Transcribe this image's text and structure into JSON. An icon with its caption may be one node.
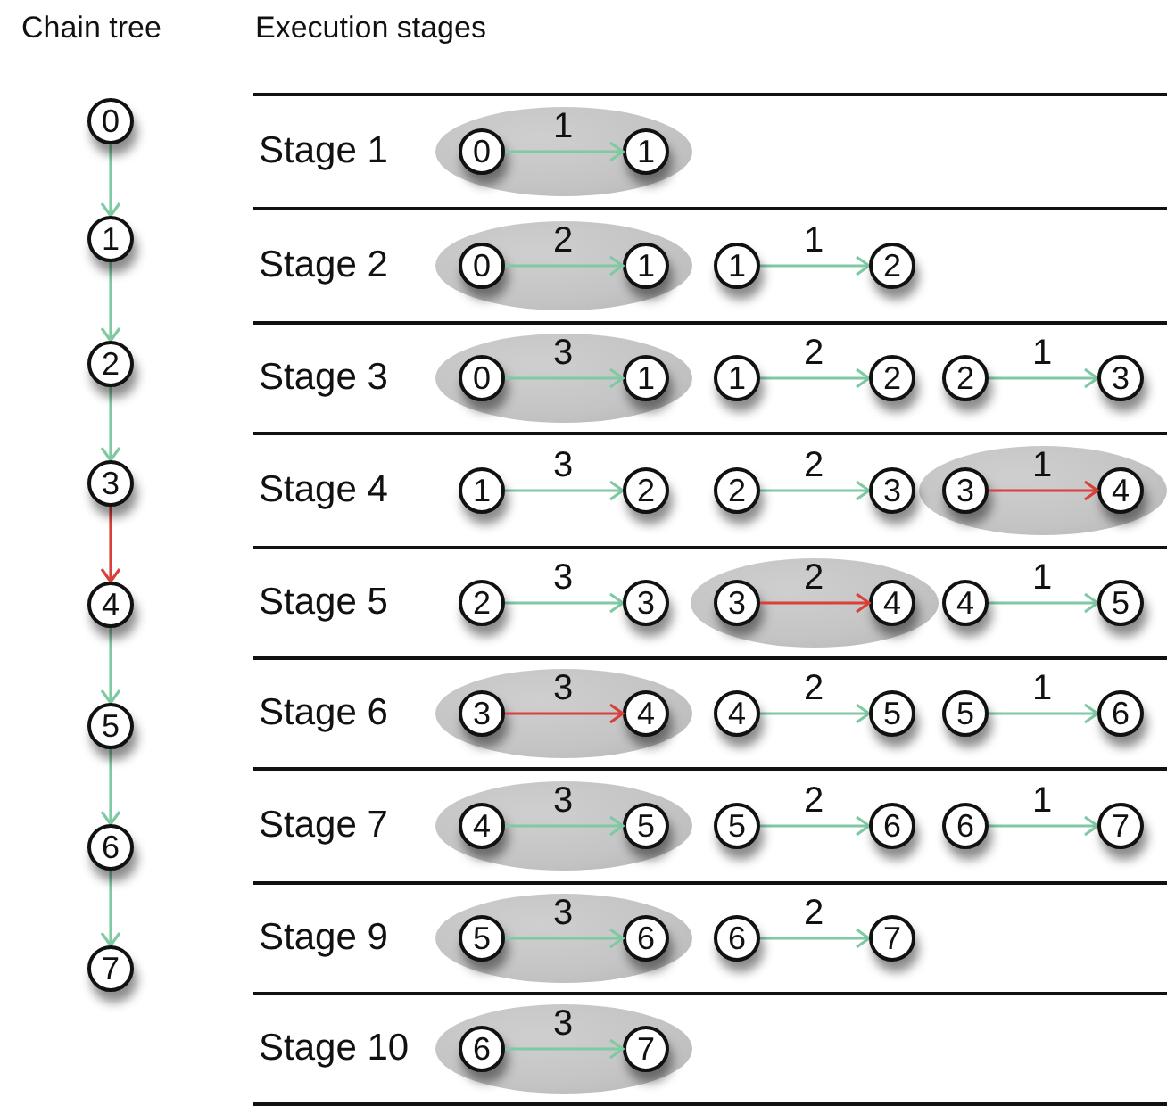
{
  "diagram": {
    "nodes": [
      {
        "text": [
          "0"
        ]
      },
      {
        "text": [
          "1"
        ]
      },
      {
        "text": [
          "2"
        ]
      },
      {
        "text": [
          "3"
        ]
      },
      {
        "text": [
          "4"
        ]
      },
      {
        "text": [
          "5"
        ]
      },
      {
        "text": [
          "6"
        ]
      },
      {
        "text": [
          "7"
        ]
      },
      {
        "text": [
          "Stage 1"
        ]
      },
      {
        "text": [],
        "shape": "ellipse",
        "in": 8
      },
      {
        "text": [
          "0"
        ],
        "in": 9
      },
      {
        "text": [
          "1"
        ],
        "in": 9
      },
      {
        "text": [
          "Stage 2"
        ]
      },
      {
        "text": [],
        "shape": "ellipse",
        "in": 12
      },
      {
        "text": [
          "0"
        ],
        "in": 13
      },
      {
        "text": [
          "1"
        ],
        "in": 13
      },
      {
        "text": [
          "1"
        ],
        "in": 12
      },
      {
        "text": [
          "2"
        ],
        "in": 12
      },
      {
        "text": [
          "Stage 3"
        ]
      },
      {
        "text": [],
        "shape": "ellipse",
        "in": 18
      },
      {
        "text": [
          "0"
        ],
        "in": 19
      },
      {
        "text": [
          "1"
        ],
        "in": 19
      },
      {
        "text": [
          "1"
        ],
        "in": 18
      },
      {
        "text": [
          "2"
        ],
        "in": 18
      },
      {
        "text": [
          "2"
        ],
        "in": 18
      },
      {
        "text": [
          "3"
        ],
        "in": 18
      },
      {
        "text": [
          "Stage 4"
        ]
      },
      {
        "text": [
          "1"
        ],
        "in": 26
      },
      {
        "text": [
          "2"
        ],
        "in": 26
      },
      {
        "text": [
          "2"
        ],
        "in": 26
      },
      {
        "text": [
          "3"
        ],
        "in": 26
      },
      {
        "text": [],
        "shape": "ellipse",
        "in": 26
      },
      {
        "text": [
          "3"
        ],
        "in": 31
      },
      {
        "text": [
          "4"
        ],
        "in": 31
      },
      {
        "text": [
          "Stage 5"
        ]
      },
      {
        "text": [
          "2"
        ],
        "in": 34
      },
      {
        "text": [
          "3"
        ],
        "in": 34
      },
      {
        "text": [],
        "shape": "ellipse",
        "in": 34
      },
      {
        "text": [
          "3"
        ],
        "in": 37
      },
      {
        "text": [
          "4"
        ],
        "in": 37
      },
      {
        "text": [
          "4"
        ],
        "in": 34
      },
      {
        "text": [
          "5"
        ],
        "in": 34
      },
      {
        "text": [
          "Stage 6"
        ]
      },
      {
        "text": [],
        "shape": "ellipse",
        "in": 42
      },
      {
        "text": [
          "3"
        ],
        "in": 43
      },
      {
        "text": [
          "4"
        ],
        "in": 43
      },
      {
        "text": [
          "4"
        ],
        "in": 42
      },
      {
        "text": [
          "5"
        ],
        "in": 42
      },
      {
        "text": [
          "5"
        ],
        "in": 42
      },
      {
        "text": [
          "6"
        ],
        "in": 42
      },
      {
        "text": [
          "Stage 7"
        ]
      },
      {
        "text": [],
        "shape": "ellipse",
        "in": 50
      },
      {
        "text": [
          "4"
        ],
        "in": 51
      },
      {
        "text": [
          "5"
        ],
        "in": 51
      },
      {
        "text": [
          "5"
        ],
        "in": 50
      },
      {
        "text": [
          "6"
        ],
        "in": 50
      },
      {
        "text": [
          "6"
        ],
        "in": 50
      },
      {
        "text": [
          "7"
        ],
        "in": 50
      },
      {
        "text": [
          "Stage 9"
        ]
      },
      {
        "text": [],
        "shape": "ellipse",
        "in": 58
      },
      {
        "text": [
          "5"
        ],
        "in": 59
      },
      {
        "text": [
          "6"
        ],
        "in": 59
      },
      {
        "text": [
          "6"
        ],
        "in": 58
      },
      {
        "text": [
          "7"
        ],
        "in": 58
      },
      {
        "text": [
          "Stage 10"
        ]
      },
      {
        "text": [],
        "shape": "ellipse",
        "in": 64
      },
      {
        "text": [
          "6"
        ],
        "in": 65
      },
      {
        "text": [
          "7"
        ],
        "in": 65
      }
    ],
    "edges": [
      {
        "from": 0,
        "to": 1,
        "arrow": "to"
      },
      {
        "from": 1,
        "to": 2,
        "arrow": "to"
      },
      {
        "from": 2,
        "to": 3,
        "arrow": "to"
      },
      {
        "from": 3,
        "to": 4,
        "arrow": "to",
        "color": "#d9403a"
      },
      {
        "from": 4,
        "to": 5,
        "arrow": "to"
      },
      {
        "from": 5,
        "to": 6,
        "arrow": "to"
      },
      {
        "from": 6,
        "to": 7,
        "arrow": "to"
      },
      {
        "from": 10,
        "to": 11,
        "arrow": "to",
        "label": "1"
      },
      {
        "from": 14,
        "to": 15,
        "arrow": "to",
        "label": "2"
      },
      {
        "from": 16,
        "to": 17,
        "arrow": "to",
        "label": "1"
      },
      {
        "from": 20,
        "to": 21,
        "arrow": "to",
        "label": "3"
      },
      {
        "from": 22,
        "to": 23,
        "arrow": "to",
        "label": "2"
      },
      {
        "from": 24,
        "to": 25,
        "arrow": "to",
        "label": "1"
      },
      {
        "from": 27,
        "to": 28,
        "arrow": "to",
        "label": "3"
      },
      {
        "from": 29,
        "to": 30,
        "arrow": "to",
        "label": "2"
      },
      {
        "from": 32,
        "to": 33,
        "arrow": "to",
        "label": "1",
        "color": "#d9403a"
      },
      {
        "from": 35,
        "to": 36,
        "arrow": "to",
        "label": "3"
      },
      {
        "from": 38,
        "to": 39,
        "arrow": "to",
        "label": "2",
        "color": "#d9403a"
      },
      {
        "from": 40,
        "to": 41,
        "arrow": "to",
        "label": "1"
      },
      {
        "from": 44,
        "to": 45,
        "arrow": "to",
        "label": "3",
        "color": "#d9403a"
      },
      {
        "from": 46,
        "to": 47,
        "arrow": "to",
        "label": "2"
      },
      {
        "from": 48,
        "to": 49,
        "arrow": "to",
        "label": "1"
      },
      {
        "from": 52,
        "to": 53,
        "arrow": "to",
        "label": "3"
      },
      {
        "from": 54,
        "to": 55,
        "arrow": "to",
        "label": "2"
      },
      {
        "from": 56,
        "to": 57,
        "arrow": "to",
        "label": "1"
      },
      {
        "from": 60,
        "to": 61,
        "arrow": "to",
        "label": "3"
      },
      {
        "from": 62,
        "to": 63,
        "arrow": "to",
        "label": "2"
      },
      {
        "from": 66,
        "to": 67,
        "arrow": "to",
        "label": "3"
      }
    ],
    "labels": [
      "Chain tree",
      "Execution stages"
    ]
  }
}
